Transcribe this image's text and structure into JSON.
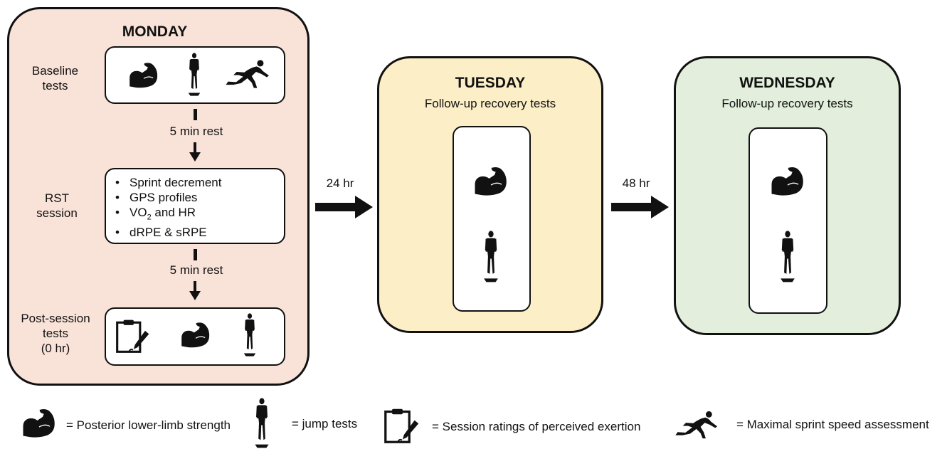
{
  "monday": {
    "title": "MONDAY",
    "baseline_label_1": "Baseline",
    "baseline_label_2": "tests",
    "rest_1": "5 min rest",
    "rst_label_1": "RST",
    "rst_label_2": "session",
    "rst_items": [
      "Sprint decrement",
      "GPS profiles",
      "dRPE & sRPE"
    ],
    "vo2_prefix": "VO",
    "vo2_sub": "2",
    "vo2_suffix": " and HR",
    "rest_2": "5 min rest",
    "post_label_1": "Post-session",
    "post_label_2": "tests",
    "post_label_3": "(0 hr)"
  },
  "arrow_1": {
    "label": "24 hr"
  },
  "arrow_2": {
    "label": "48 hr"
  },
  "tuesday": {
    "title": "TUESDAY",
    "subtitle": "Follow-up recovery tests"
  },
  "wednesday": {
    "title": "WEDNESDAY",
    "subtitle": "Follow-up recovery tests"
  },
  "legend": {
    "strength": "= Posterior lower-limb strength",
    "jump": "= jump tests",
    "rpe": "= Session ratings of perceived exertion",
    "sprint": "= Maximal sprint speed assessment"
  },
  "colors": {
    "monday_bg": "#f9e3d8",
    "tuesday_bg": "#fcefc7",
    "wednesday_bg": "#e3efdc",
    "icon": "#111111"
  },
  "icons": [
    "flexed-arm-icon",
    "jumper-icon",
    "sprinter-icon",
    "clipboard-icon"
  ]
}
